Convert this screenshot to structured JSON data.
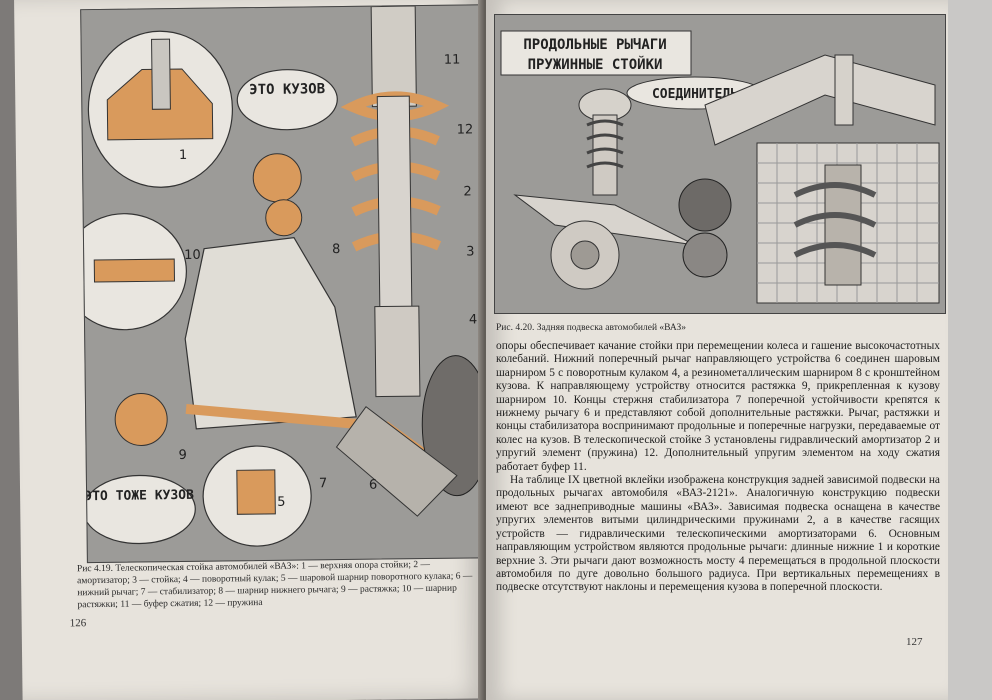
{
  "left_page": {
    "bubbles": {
      "body1": "ЭТО КУЗОВ",
      "body2": "ЭТО ТОЖЕ КУЗОВ"
    },
    "callouts": [
      "1",
      "2",
      "3",
      "4",
      "5",
      "6",
      "7",
      "8",
      "9",
      "10",
      "11",
      "12"
    ],
    "caption": "Рис 4.19. Телескопическая стойка автомобилей «ВАЗ»: 1 — верхняя опора стойки; 2 — амортизатор; 3 — стойка; 4 — поворотный кулак; 5 — шаровой шарнир поворотного кулака; 6 — нижний рычаг; 7 — стабилизатор; 8 — шарнир нижнего рычага; 9 — растяжка; 10 — шарнир растяжки; 11 — буфер сжатия; 12 — пружина",
    "page_number": "126"
  },
  "right_page": {
    "labels": [
      "ПРОДОЛЬНЫЕ РЫЧАГИ",
      "ПРУЖИННЫЕ СТОЙКИ",
      "СОЕДИНИТЕЛЬ"
    ],
    "caption": "Рис. 4.20. Задняя подвеска автомобилей «ВАЗ»",
    "paragraph1": "опоры обеспечивает качание стойки при перемещении колеса и гашение высокочастотных колебаний. Нижний поперечный рычаг направляющего устройства 6 соединен шаровым шарниром 5 с поворотным кулаком 4, а резинометаллическим шарниром 8 с кронштейном кузова. К направляющему устройству относится растяжка 9, прикрепленная к кузову шарниром 10. Концы стержня стабилизатора 7 поперечной устойчивости крепятся к нижнему рычагу 6 и представляют собой дополнительные растяжки. Рычаг, растяжки и концы стабилизатора воспринимают продольные и поперечные нагрузки, передаваемые от колес на кузов. В телескопической стойке 3 установлены гидравлический амортизатор 2 и упругий элемент (пружина) 12. Дополнительный упругим элементом на ходу сжатия работает буфер 11.",
    "paragraph2": "На таблице IX цветной вклейки изображена конструкция задней зависимой подвески на продольных рычагах автомобиля «ВАЗ-2121». Аналогичную конструкцию подвески имеют все заднеприводные машины «ВАЗ». Зависимая подвеска оснащена в качестве упругих элементов витыми цилиндрическими пружинами 2, а в качестве гасящих устройств — гидравлическими телескопическими амортизаторами 6. Основным направляющим устройством являются продольные рычаги: длинные нижние 1 и короткие верхние 3. Эти рычаги дают возможность мосту 4 перемещаться в продольной плоскости автомобиля по дуге довольно большого радиуса. При вертикальных перемещениях в подвеске отсутствуют наклоны и перемещения кузова в поперечной плоскости.",
    "page_number": "127"
  },
  "colors": {
    "paper": "#e7e3dc",
    "illustration_bg": "#9c9b98",
    "spring": "#d99a5c",
    "ink": "#1e1e1e"
  }
}
